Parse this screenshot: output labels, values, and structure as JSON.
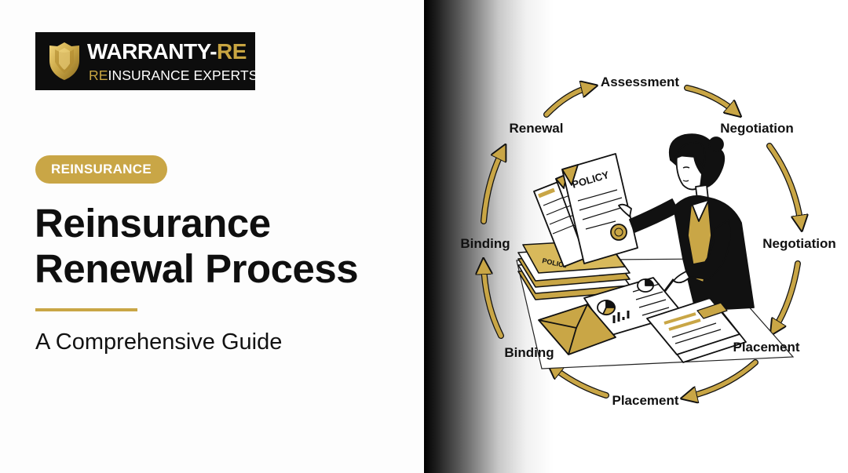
{
  "logo": {
    "brand_main": "WARRANTY-",
    "brand_accent": "RE",
    "tagline_accent": "RE",
    "tagline_rest": "INSURANCE EXPERTS"
  },
  "category_badge": "REINSURANCE",
  "title": {
    "line1": "Reinsurance",
    "line2": "Renewal Process"
  },
  "subtitle": "A Comprehensive Guide",
  "cycle_steps": [
    {
      "label": "Assessment"
    },
    {
      "label": "Negotiation"
    },
    {
      "label": "Negotiation"
    },
    {
      "label": "Placement"
    },
    {
      "label": "Placement"
    },
    {
      "label": "Binding"
    },
    {
      "label": "Binding"
    },
    {
      "label": "Renewal"
    }
  ],
  "illustration": {
    "policy_label": "POLICY",
    "folder_label": "POLICY"
  },
  "colors": {
    "gold": "#c9a646",
    "dark": "#0d0d0d",
    "text": "#111111"
  },
  "icons": [
    "shield-logo-icon",
    "cycle-arrow-icon",
    "businesswoman-illustration",
    "document-icon",
    "folder-icon",
    "envelope-icon",
    "pie-chart-icon",
    "bar-chart-icon",
    "pen-icon",
    "seal-icon"
  ]
}
